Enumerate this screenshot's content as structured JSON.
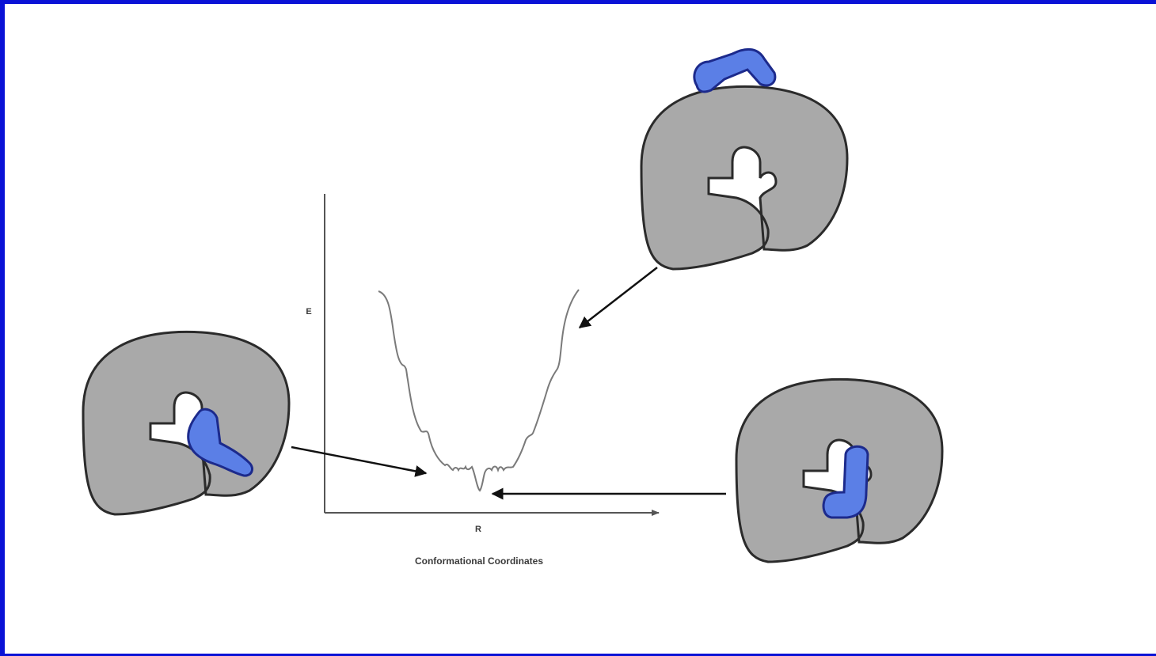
{
  "diagram": {
    "y_axis_label": "E",
    "x_axis_min_label": "R",
    "x_axis_title": "Conformational Coordinates"
  },
  "colors": {
    "frame": "#0a12d6",
    "protein_fill": "#a9a9a9",
    "protein_stroke": "#2b2b2b",
    "ligand_fill": "#5b7fe6",
    "ligand_stroke": "#1c2a8c",
    "curve": "#7a7a7a",
    "arrow": "#111111"
  },
  "states": [
    {
      "id": "unbound",
      "ligand": "outside-on-top"
    },
    {
      "id": "partially-bound",
      "ligand": "in-pocket-shifted"
    },
    {
      "id": "fully-bound",
      "ligand": "in-pocket-deep"
    }
  ]
}
